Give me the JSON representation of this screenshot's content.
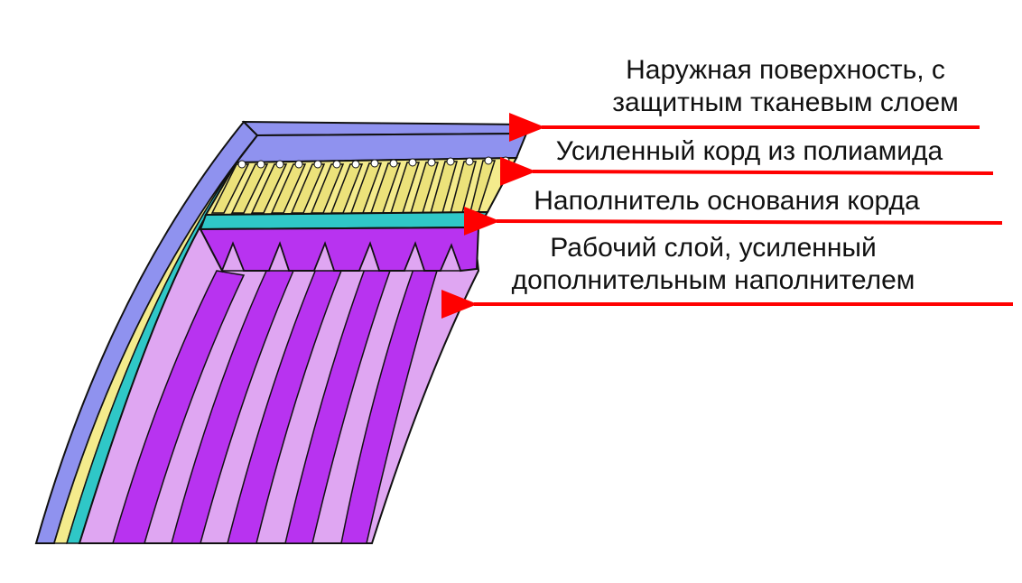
{
  "labels": {
    "outer_surface": {
      "line1": "Наружная поверхность, с",
      "line2": "защитным тканевым слоем"
    },
    "cord": {
      "line1": "Усиленный корд из полиамида"
    },
    "cord_filler": {
      "line1": "Наполнитель основания корда"
    },
    "working_layer": {
      "line1": "Рабочий слой, усиленный",
      "line2": "дополнительным наполнителем"
    }
  },
  "colors": {
    "outer_fabric": "#8f92ef",
    "cord": "#f4eb8c",
    "filler": "#2fc7c7",
    "rib_light": "#dfa6f2",
    "rib_dark": "#b833f0",
    "arrow": "#ff0000",
    "outline": "#111111"
  }
}
